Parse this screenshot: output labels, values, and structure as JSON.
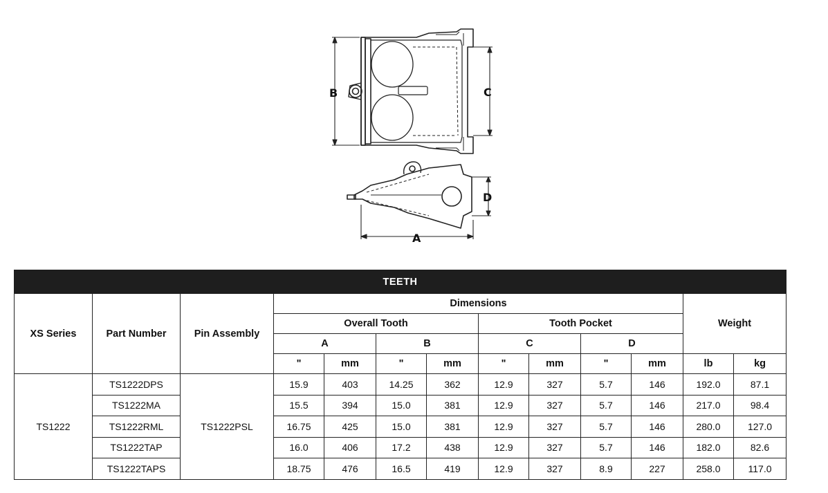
{
  "diagram": {
    "labels": {
      "a": "A",
      "b": "B",
      "c": "C",
      "d": "D"
    }
  },
  "table": {
    "title": "TEETH",
    "headers": {
      "series": "XS Series",
      "part_number": "Part Number",
      "pin_assembly": "Pin Assembly",
      "dimensions": "Dimensions",
      "overall_tooth": "Overall Tooth",
      "tooth_pocket": "Tooth Pocket",
      "weight": "Weight",
      "a": "A",
      "b": "B",
      "c": "C",
      "d": "D",
      "inch": "\"",
      "mm": "mm",
      "lb": "lb",
      "kg": "kg"
    },
    "series": "TS1222",
    "pin_assembly": "TS1222PSL",
    "rows": [
      {
        "part": "TS1222DPS",
        "a_in": "15.9",
        "a_mm": "403",
        "b_in": "14.25",
        "b_mm": "362",
        "c_in": "12.9",
        "c_mm": "327",
        "d_in": "5.7",
        "d_mm": "146",
        "lb": "192.0",
        "kg": "87.1"
      },
      {
        "part": "TS1222MA",
        "a_in": "15.5",
        "a_mm": "394",
        "b_in": "15.0",
        "b_mm": "381",
        "c_in": "12.9",
        "c_mm": "327",
        "d_in": "5.7",
        "d_mm": "146",
        "lb": "217.0",
        "kg": "98.4"
      },
      {
        "part": "TS1222RML",
        "a_in": "16.75",
        "a_mm": "425",
        "b_in": "15.0",
        "b_mm": "381",
        "c_in": "12.9",
        "c_mm": "327",
        "d_in": "5.7",
        "d_mm": "146",
        "lb": "280.0",
        "kg": "127.0"
      },
      {
        "part": "TS1222TAP",
        "a_in": "16.0",
        "a_mm": "406",
        "b_in": "17.2",
        "b_mm": "438",
        "c_in": "12.9",
        "c_mm": "327",
        "d_in": "5.7",
        "d_mm": "146",
        "lb": "182.0",
        "kg": "82.6"
      },
      {
        "part": "TS1222TAPS",
        "a_in": "18.75",
        "a_mm": "476",
        "b_in": "16.5",
        "b_mm": "419",
        "c_in": "12.9",
        "c_mm": "327",
        "d_in": "8.9",
        "d_mm": "227",
        "lb": "258.0",
        "kg": "117.0"
      }
    ]
  }
}
